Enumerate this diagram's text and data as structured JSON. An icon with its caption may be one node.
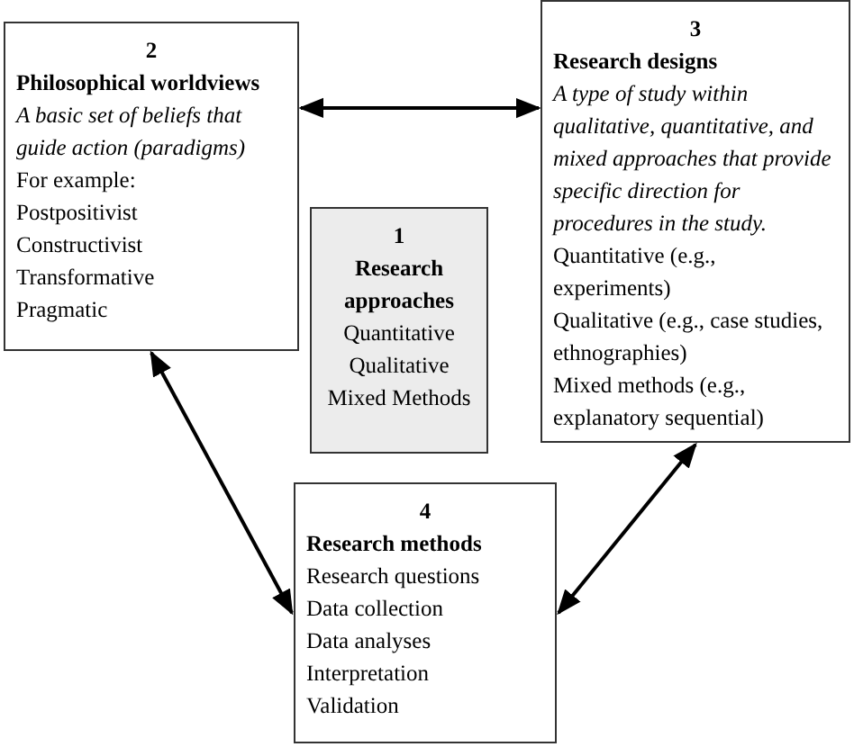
{
  "diagram": {
    "nodes": [
      {
        "text": [
          "2",
          "Philosophical worldviews",
          "A basic set of beliefs that guide action (paradigms)",
          "For example:",
          "Postpositivist",
          "Constructivist",
          "Transformative",
          "Pragmatic"
        ]
      },
      {
        "text": [
          "3",
          "Research designs",
          "A type of study within qualitative, quantitative, and mixed approaches that provide specific direction for procedures in the study.",
          "Quantitative (e.g., experiments)",
          "Qualitative (e.g., case studies, ethnographies)",
          "Mixed methods (e.g., explanatory sequential)"
        ]
      },
      {
        "text": [
          "1",
          "Research approaches",
          "Quantitative",
          "Qualitative",
          "Mixed Methods"
        ]
      },
      {
        "text": [
          "4",
          "Research methods",
          "Research questions",
          "Data collection",
          "Data analyses",
          "Interpretation",
          "Validation"
        ]
      }
    ],
    "edges": [
      {
        "from": 0,
        "to": 1,
        "arrow": "both"
      },
      {
        "from": 0,
        "to": 3,
        "arrow": "both"
      },
      {
        "from": 1,
        "to": 3,
        "arrow": "both"
      }
    ]
  }
}
